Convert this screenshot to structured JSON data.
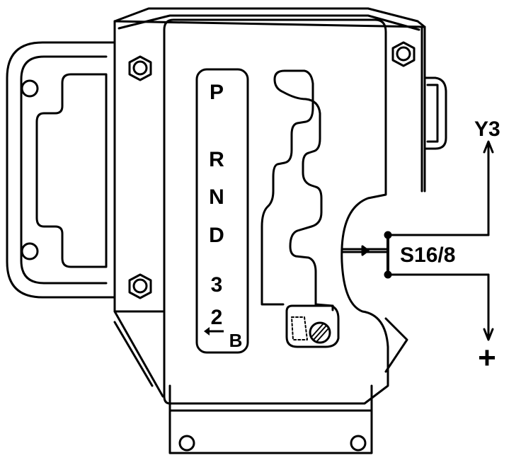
{
  "diagram": {
    "gear_positions": [
      "P",
      "R",
      "N",
      "D",
      "3",
      "2"
    ],
    "gear_sub_label": "B",
    "switch_label": "S16/8",
    "terminal_top": "Y3",
    "terminal_bottom": "+"
  },
  "colors": {
    "ink": "#000000",
    "paper": "#ffffff"
  }
}
